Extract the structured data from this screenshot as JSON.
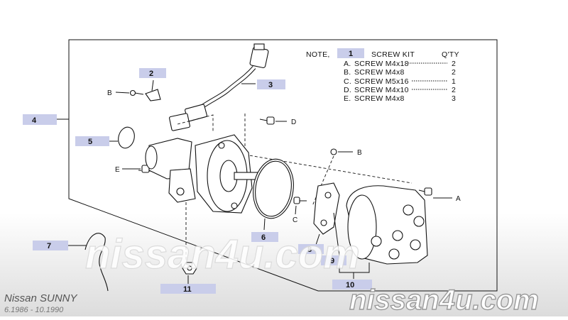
{
  "note": {
    "prefix": "NOTE,",
    "ref": "1",
    "header": "SCREW KIT",
    "qty_header": "Q'TY",
    "rows": [
      {
        "letter": "A.",
        "name": "SCREW M4x18",
        "qty": "2"
      },
      {
        "letter": "B.",
        "name": "SCREW M4x8",
        "qty": "2"
      },
      {
        "letter": "C.",
        "name": "SCREW M5x16",
        "qty": "1"
      },
      {
        "letter": "D.",
        "name": "SCREW M4x10",
        "qty": "2"
      },
      {
        "letter": "E.",
        "name": "SCREW M4x8",
        "qty": "3"
      }
    ]
  },
  "callouts": {
    "c2": "2",
    "c3": "3",
    "c4": "4",
    "c5": "5",
    "c6": "6",
    "c7": "7",
    "c8": "8",
    "c9": "9",
    "c10": "10",
    "c11": "11"
  },
  "screw_letters": {
    "b_left": "B",
    "d": "D",
    "e": "E",
    "b_right": "B",
    "c": "C",
    "a": "A"
  },
  "watermark": {
    "center": "nissan4u.com",
    "bottom": "nissan4u.com"
  },
  "footer": {
    "model": "Nissan SUNNY",
    "dates": "6.1986 - 10.1990"
  }
}
